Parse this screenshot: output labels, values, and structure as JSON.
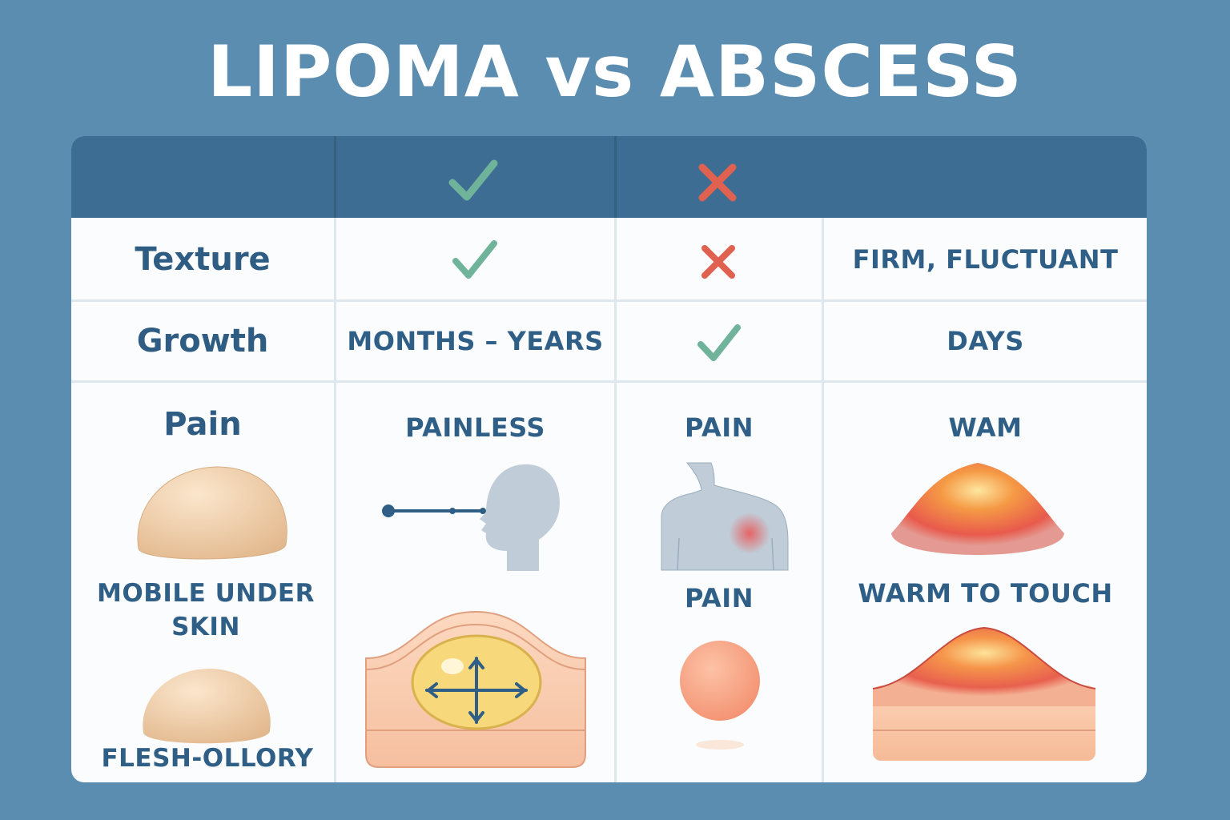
{
  "title": "LIPOMA vs ABSCESS",
  "header": {
    "col2_icon": "check-icon",
    "col3_icon": "cross-icon"
  },
  "rows": {
    "texture": {
      "label": "Texture",
      "lipoma_icon": "check-icon",
      "abscess_icon": "cross-icon",
      "abscess_text": "FIRM, FLUCTUANT"
    },
    "growth": {
      "label": "Growth",
      "lipoma_text": "MONTHS – YEARS",
      "abscess_icon": "check-icon",
      "abscess_text": "DAYS"
    },
    "pain": {
      "label": "Pain",
      "lipoma_text": "PAINLESS",
      "abscess_text": "PAIN",
      "abscess_extra": "WAM"
    }
  },
  "details": {
    "mobile_label": "MOBILE UNDER SKIN",
    "pain_label_2": "PAIN",
    "warm_label": "WARM TO TOUCH",
    "color_label": "FLESH-OLLORY"
  },
  "colors": {
    "background": "#5b8db1",
    "header": "#3e6d94",
    "check": "#6fb39a",
    "cross": "#e06150",
    "text": "#2f5f86"
  }
}
